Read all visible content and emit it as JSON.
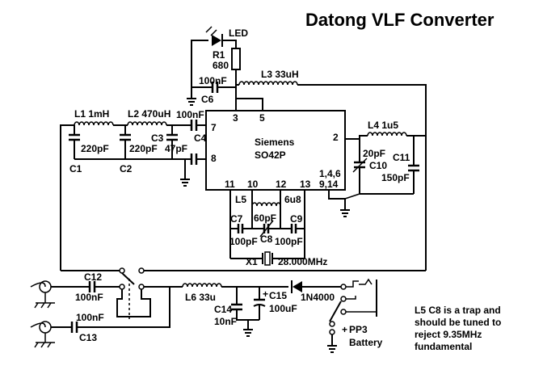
{
  "title": "Datong VLF Converter",
  "ic": {
    "name": "Siemens",
    "part": "SO42P",
    "pin3": "3",
    "pin5": "5",
    "pin7": "7",
    "pin8": "8",
    "pin2": "2",
    "pin11": "11",
    "pin10": "10",
    "pin12": "12",
    "pin13": "13",
    "pins_gnd_a": "1,4,6",
    "pins_gnd_b": "9,14"
  },
  "components": {
    "led": "LED",
    "r1_name": "R1",
    "r1_value": "680",
    "c6_value": "100nF",
    "c6_name": "C6",
    "l3": "L3  33uH",
    "l1": "L1  1mH",
    "l2": "L2  470uH",
    "c4_value": "100nF",
    "c4_name": "C4",
    "c1_value": "220pF",
    "c1_name": "C1",
    "c2_value": "220pF",
    "c2_name": "C2",
    "c3_name": "C3",
    "c3_value": "47pF",
    "l4": "L4  1u5",
    "c10_value": "20pF",
    "c10_name": "C10",
    "c11_name": "C11",
    "c11_value": "150pF",
    "l5_name": "L5",
    "l5_value": "6u8",
    "c7_name": "C7",
    "c7_value": "100pF",
    "c8_value": "60pF",
    "c8_name": "C8",
    "c9_name": "C9",
    "c9_value": "100pF",
    "x1_name": "X1",
    "x1_value": "28.000MHz",
    "c12_name": "C12",
    "c12_value": "100nF",
    "c13_value": "100nF",
    "c13_name": "C13",
    "l6": "L6  33u",
    "c14_name": "C14",
    "c14_value": "10nF",
    "c15_name": "C15",
    "c15_value": "100uF",
    "plus": "+",
    "diode": "1N4000",
    "battery": "PP3",
    "battery_label": "Battery"
  },
  "note": [
    "L5 C8 is a trap and",
    "should be tuned to",
    "reject 9.35MHz",
    "fundamental"
  ]
}
